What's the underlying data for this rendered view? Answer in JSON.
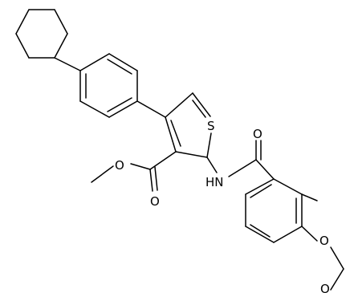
{
  "atoms": {
    "S": "S",
    "HN": "HN",
    "O_carbonyl": "O",
    "O_ester_carbonyl": "O",
    "O_ester": "O",
    "O_dioxole_upper": "O",
    "O_dioxole_lower": "O"
  },
  "colors": {
    "bond": "#000000",
    "background": "#ffffff",
    "label": "#000000"
  }
}
